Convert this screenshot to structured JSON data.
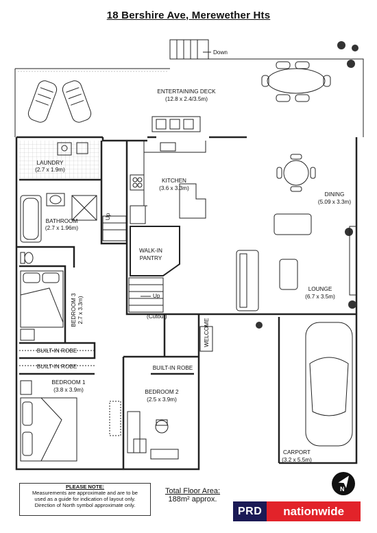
{
  "title": "18 Bershire Ave, Merewether Hts",
  "rooms": {
    "entertaining_deck": {
      "name": "ENTERTAINING DECK",
      "dims": "(12.8 x 2.4/3.5m)"
    },
    "laundry": {
      "name": "LAUNDRY",
      "dims": "(2.7 x 1.9m)"
    },
    "kitchen": {
      "name": "KITCHEN",
      "dims": "(3.6 x 3.3m)"
    },
    "dining": {
      "name": "DINING",
      "dims": "(5.09 x 3.3m)"
    },
    "bathroom": {
      "name": "BATHROOM",
      "dims": "(2.7 x 1.96m)"
    },
    "walk_in_pantry": {
      "line1": "WALK-IN",
      "line2": "PANTRY"
    },
    "bedroom3": {
      "name": "BEDROOM 3",
      "dims": "2.7 x 3.3m)"
    },
    "lounge": {
      "name": "LOUNGE",
      "dims": "(6.7 x 3.5m)"
    },
    "bedroom1": {
      "name": "BEDROOM 1",
      "dims": "(3.8 x 3.9m)"
    },
    "bedroom2": {
      "name": "BEDROOM 2",
      "dims": "(2.5 x 3.9m)"
    },
    "carport": {
      "name": "CARPORT",
      "dims": "(3.2 x 5.5m)"
    }
  },
  "robes": {
    "robe1": "BUILT-IN ROBE",
    "robe2": "BUILT-IN ROBE",
    "robe3": "BUILT-IN ROBE"
  },
  "stair_labels": {
    "down": "Down",
    "up1": "Up",
    "up2": "Up",
    "cutout": "(Cutout)",
    "welcome": "WELCOME"
  },
  "note": {
    "heading": "PLEASE NOTE:",
    "line1": "Measurements are approximate and are to be",
    "line2": "used as a guide for indication of layout only.",
    "line3": "Direction of North symbol approximate only."
  },
  "floor_area": {
    "label": "Total Floor Area:",
    "value": "188m² approx."
  },
  "logo": {
    "part1": "PRD",
    "part2": "nationwide",
    "color1": "#1b1a55",
    "color2": "#e2232a"
  },
  "north_symbol": {
    "letter": "N"
  }
}
